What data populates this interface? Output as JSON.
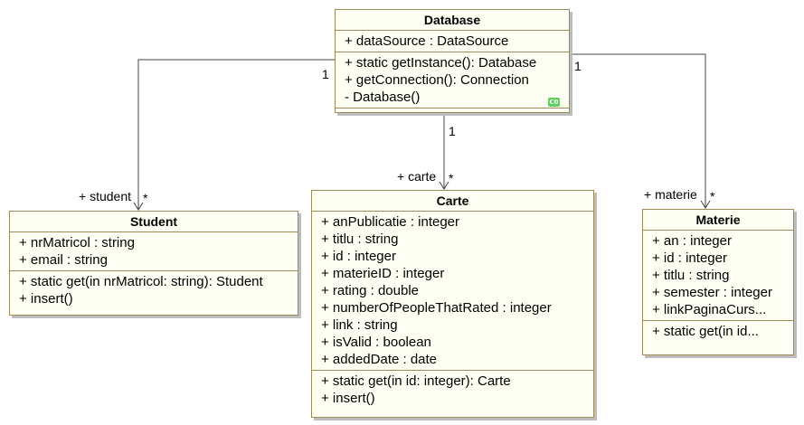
{
  "classes": {
    "database": {
      "title": "Database",
      "attributes": [
        "+ dataSource : DataSource"
      ],
      "operations": [
        "+ static getInstance(): Database",
        "+ getConnection(): Connection",
        "- Database()"
      ],
      "badge": "C0"
    },
    "student": {
      "title": "Student",
      "attributes": [
        "+ nrMatricol : string",
        "+ email : string"
      ],
      "operations": [
        "+ static get(in nrMatricol: string): Student",
        "+ insert()"
      ]
    },
    "carte": {
      "title": "Carte",
      "attributes": [
        "+ anPublicatie : integer",
        "+ titlu : string",
        "+ id : integer",
        "+ materieID : integer",
        "+ rating : double",
        "+ numberOfPeopleThatRated : integer",
        "+ link : string",
        "+ isValid : boolean",
        "+ addedDate : date"
      ],
      "operations": [
        "+ static get(in id: integer): Carte",
        "+ insert()"
      ]
    },
    "materie": {
      "title": "Materie",
      "attributes": [
        "+ an : integer",
        "+ id : integer",
        "+ titlu : string",
        "+ semester : integer",
        "+ linkPaginaCurs..."
      ],
      "operations": [
        "+ static get(in id..."
      ]
    }
  },
  "associations": {
    "to_student": {
      "source_mult": "1",
      "role": "+ student",
      "target_mult": "*"
    },
    "to_carte": {
      "source_mult": "1",
      "role": "+ carte",
      "target_mult": "*"
    },
    "to_materie": {
      "source_mult": "1",
      "role": "+ materie",
      "target_mult": "*"
    }
  },
  "colors": {
    "class_fill": "#fffff4",
    "class_border": "#a08a5a",
    "badge": "#5dd05d",
    "line": "#444444"
  }
}
